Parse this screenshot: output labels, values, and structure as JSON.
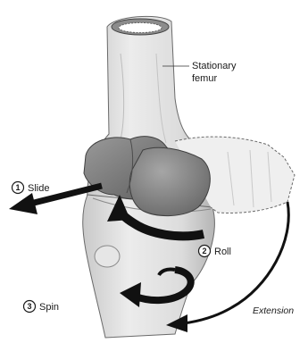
{
  "labels": {
    "stationary_femur_line1": "Stationary",
    "stationary_femur_line2": "femur",
    "slide": {
      "number": "1",
      "text": "Slide"
    },
    "roll": {
      "number": "2",
      "text": "Roll"
    },
    "spin": {
      "number": "3",
      "text": "Spin"
    },
    "extension": "Extension"
  }
}
